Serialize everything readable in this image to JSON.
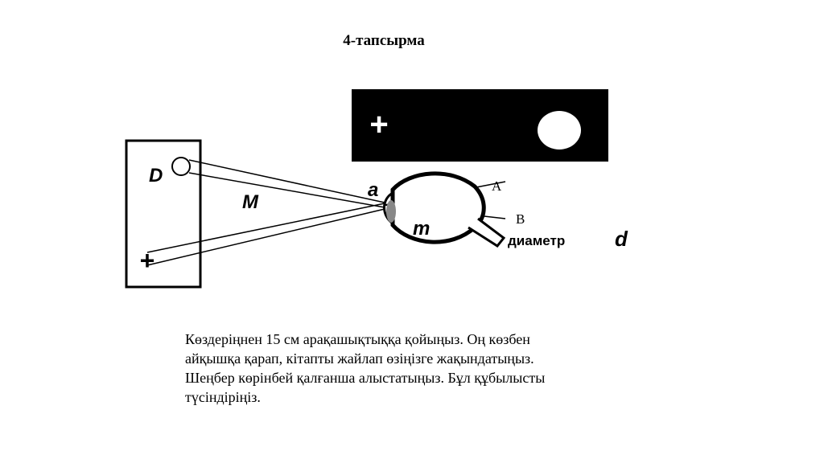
{
  "title": "4-тапсырма",
  "diagram": {
    "label_D": "D",
    "label_M": "M",
    "label_plus_card": "+",
    "label_plus_strip": "+",
    "label_a": "a",
    "label_m": "m",
    "label_A": "A",
    "label_B": "B",
    "label_diameter": "диаметр",
    "label_d": "d"
  },
  "instructions": {
    "lines": [
      "Көздеріңнен 15 см арақашықтыққа қойыңыз. Оң көзбен",
      "айқышқа қарап, кітапты жайлап өзіңізге жақындатыңыз.",
      "Шеңбер көрінбей қалғанша алыстатыңыз. Бұл құбылысты",
      "түсіндіріңіз."
    ]
  }
}
